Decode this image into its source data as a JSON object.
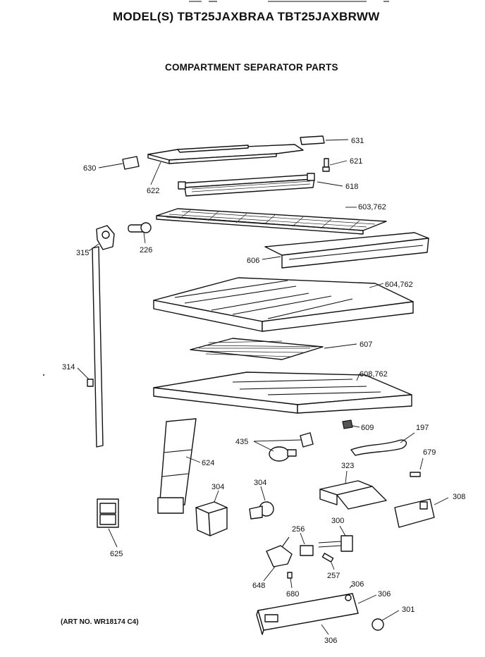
{
  "header": {
    "model_title": "MODEL(S) TBT25JAXBRAA  TBT25JAXBRWW",
    "section_title": "COMPARTMENT SEPARATOR PARTS"
  },
  "footer": {
    "art_number": "(ART NO. WR18174 C4)"
  },
  "callouts": [
    {
      "id": "631",
      "label": "631"
    },
    {
      "id": "630",
      "label": "630"
    },
    {
      "id": "621",
      "label": "621"
    },
    {
      "id": "622",
      "label": "622"
    },
    {
      "id": "618",
      "label": "618"
    },
    {
      "id": "603",
      "label": "603,762"
    },
    {
      "id": "315",
      "label": "315"
    },
    {
      "id": "226",
      "label": "226"
    },
    {
      "id": "606",
      "label": "606"
    },
    {
      "id": "604",
      "label": "604,762"
    },
    {
      "id": "607",
      "label": "607"
    },
    {
      "id": "314",
      "label": "314"
    },
    {
      "id": "608",
      "label": "608,762"
    },
    {
      "id": "609",
      "label": "609"
    },
    {
      "id": "197",
      "label": "197"
    },
    {
      "id": "435",
      "label": "435"
    },
    {
      "id": "624",
      "label": "624"
    },
    {
      "id": "679",
      "label": "679"
    },
    {
      "id": "323",
      "label": "323"
    },
    {
      "id": "304a",
      "label": "304"
    },
    {
      "id": "304b",
      "label": "304"
    },
    {
      "id": "308",
      "label": "308"
    },
    {
      "id": "625",
      "label": "625"
    },
    {
      "id": "256",
      "label": "256"
    },
    {
      "id": "300",
      "label": "300"
    },
    {
      "id": "257",
      "label": "257"
    },
    {
      "id": "648",
      "label": "648"
    },
    {
      "id": "680",
      "label": "680"
    },
    {
      "id": "306a",
      "label": "306"
    },
    {
      "id": "306b",
      "label": "306"
    },
    {
      "id": "301",
      "label": "301"
    },
    {
      "id": "306c",
      "label": "306"
    }
  ]
}
